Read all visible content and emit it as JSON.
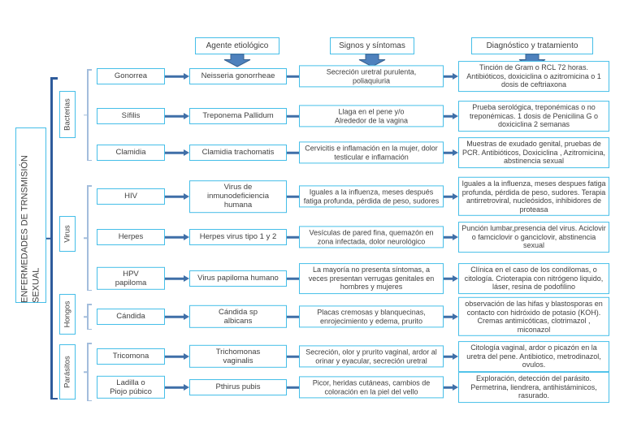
{
  "title": {
    "line1": "ENFERMEDADES DE TRNSMISIÓN",
    "line2": "SEXUAL"
  },
  "headers": {
    "agent": "Agente etiológico",
    "signs": "Signos y síntomas",
    "diagnosis": "Diagnóstico y tratamiento"
  },
  "groups": [
    {
      "label": "Bacterias"
    },
    {
      "label": "Virus"
    },
    {
      "label": "Hongos"
    },
    {
      "label": "Parásitos"
    }
  ],
  "rows": [
    {
      "group": "Bacterias",
      "name": "Gonorrea",
      "agent": "Neisseria gonorrheae",
      "signs": "Secreción uretral purulenta,\npoliaquiuria",
      "diagnosis": "Tinción de Gram o RCL 72 horas. Antibióticos, doxiciclina o azitromicina o 1 dosis de ceftriaxona"
    },
    {
      "group": "Bacterias",
      "name": "Sífilis",
      "agent": "Treponema Pallidum",
      "signs": "Llaga en el pene y/o\nAlrededor de la vagina",
      "diagnosis": "Prueba serológica, treponémicas o no treponémicas.  1 dosis de Penicilina G  o doxiciclina  2 semanas"
    },
    {
      "group": "Bacterias",
      "name": "Clamidia",
      "agent": "Clamidia trachomatis",
      "signs": "Cervicitis e inflamación en la mujer, dolor testicular e inflamación",
      "diagnosis": "Muestras de exudado genital, pruebas de PCR. Antibióticos, Doxiciclina , Azitromicina, abstinencia sexual"
    },
    {
      "group": "Virus",
      "name": "HIV",
      "agent": "Virus de\ninmunodeficiencia\nhumana",
      "signs": "Iguales a la influenza, meses después fatiga profunda, pérdida de peso, sudores",
      "diagnosis": "Iguales a la influenza, meses despues fatiga profunda, pérdida de peso, sudores. Terapia antirretroviral, nucleósidos, inhibidores  de proteasa"
    },
    {
      "group": "Virus",
      "name": "Herpes",
      "agent": "Herpes virus tipo 1 y 2",
      "signs": "Vesículas de pared fina, quemazón en zona infectada, dolor neurológico",
      "diagnosis": "Punción lumbar,presencia del virus. Aciclovir o famciclovir o ganciclovir, abstinencia sexual"
    },
    {
      "group": "Virus",
      "name": "HPV\npapiloma",
      "agent": "Virus papiloma humano",
      "signs": "La mayoría no presenta síntomas, a veces presentan verrugas genitales en hombres y mujeres",
      "diagnosis": "Clínica  en el caso de los condilomas, o citología. Crioterapia con nitrógeno liquido, láser, resina de podofilino"
    },
    {
      "group": "Hongos",
      "name": "Cándida",
      "agent": "Cándida sp\nalbicans",
      "signs": "Placas cremosas y blanquecinas, enrojecimiento y edema, prurito",
      "diagnosis": "observación de las hifas y blastosporas en contacto con hidróxido de potasio (KOH).  Cremas antimicóticas, clotrimazol , miconazol"
    },
    {
      "group": "Parásitos",
      "name": "Tricomona",
      "agent": "Trichomonas\nvaginalis",
      "signs": "Secreción, olor y prurito vaginal, ardor al orinar y eyacular, secreción uretral",
      "diagnosis": "Citología vaginal, ardor o picazón en la uretra del pene. Antibiotico, metrodinazol, ovulos."
    },
    {
      "group": "Parásitos",
      "name": "Ladilla o\nPiojo púbico",
      "agent": "Pthirus pubis",
      "signs": "Picor, heridas cutáneas, cambios de coloración en la piel del vello",
      "diagnosis": "Exploración, detección del parásito. Permetrina,  liendrera, antihistáminicos, rasurado."
    }
  ],
  "colors": {
    "accent": "#45BEE8",
    "connector": "#3F6FA8",
    "arrow_fill": "#4E81BD",
    "arrow_stroke": "#38618F",
    "bracket_dark": "#2E5B9B",
    "bracket_light": "#A3BDDC",
    "text": "#3F3F3F"
  }
}
